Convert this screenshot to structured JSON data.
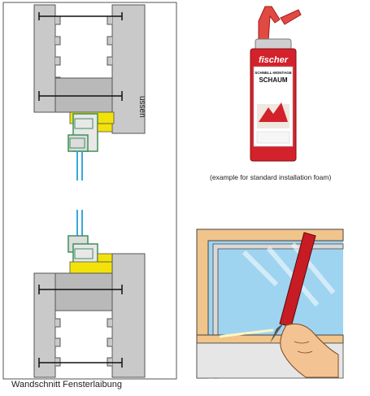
{
  "section_caption": "Wandschnitt Fensterlaibung",
  "outside_label": "ussen",
  "foam_caption": "(example for standard installation foam)",
  "can": {
    "brand": "fischer",
    "line1": "SCHNELL-MONTAGE",
    "line2": "SCHAUM"
  },
  "colors": {
    "wall_gray": "#c9c9c9",
    "wall_dark": "#9b9b9b",
    "foam_yellow": "#f2e20a",
    "frame_green": "#3f8f5a",
    "glass_blue": "#39a8e0",
    "can_red": "#d3222b",
    "nozzle_red": "#e04a42",
    "sky_blue": "#9fd4f1",
    "frame_orange": "#f0c48a",
    "hand_skin": "#f4c393"
  }
}
